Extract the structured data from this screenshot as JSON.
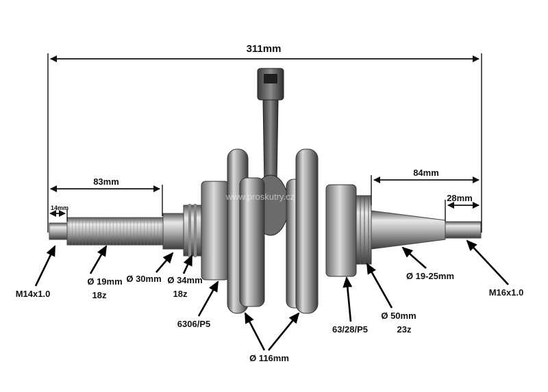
{
  "dimensions": {
    "overall_length": "311mm",
    "left_shaft_length": "83mm",
    "left_thread_length": "14mm",
    "right_shaft_length": "84mm",
    "right_thread_length": "28mm"
  },
  "callouts": {
    "left_thread": "M14x1.0",
    "left_spline_dia": "Ø 19mm",
    "left_spline_teeth": "18z",
    "left_journal_dia": "Ø 30mm",
    "left_gear_dia": "Ø 34mm",
    "left_gear_teeth": "18z",
    "left_bearing": "6306/P5",
    "flywheel_dia": "Ø 116mm",
    "right_bearing": "63/28/P5",
    "right_gear_dia": "Ø 50mm",
    "right_gear_teeth": "23z",
    "right_taper_dia": "Ø 19-25mm",
    "right_thread": "M16x1.0"
  },
  "watermark": "www.proskutry.cz"
}
